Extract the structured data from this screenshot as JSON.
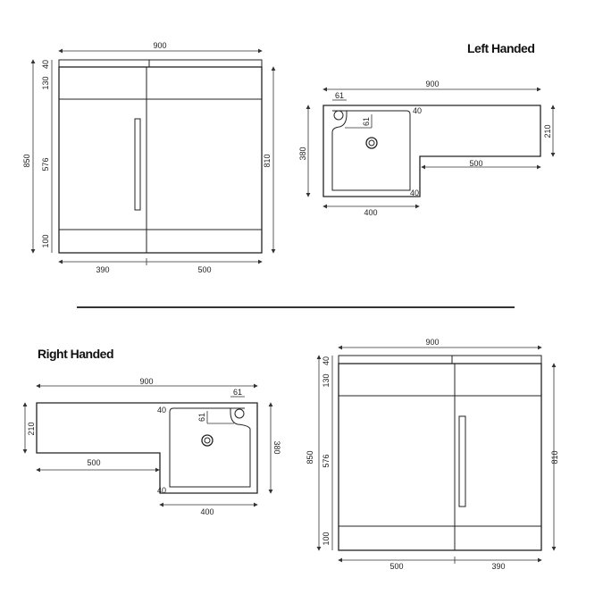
{
  "titles": {
    "left": "Left Handed",
    "right": "Right Handed"
  },
  "left_cabinet": {
    "width": "900",
    "height_total": "850",
    "top": "40",
    "drawer": "130",
    "door": "576",
    "plinth": "100",
    "height_body": "810",
    "left_width": "390",
    "right_width": "500"
  },
  "left_top": {
    "width": "900",
    "tap_offset": "61",
    "rim": "40",
    "tap_depth": "61",
    "depth_total": "380",
    "depth_narrow": "210",
    "narrow_length": "500",
    "rim_bottom": "40",
    "basin_width": "400"
  },
  "right_top": {
    "width": "900",
    "tap_offset": "61",
    "rim": "40",
    "tap_depth": "61",
    "depth_total": "380",
    "depth_narrow": "210",
    "narrow_length": "500",
    "rim_bottom": "40",
    "basin_width": "400"
  },
  "right_cabinet": {
    "width": "900",
    "height_total": "850",
    "top": "40",
    "drawer": "130",
    "door": "576",
    "plinth": "100",
    "height_body": "810",
    "left_width": "500",
    "right_width": "390"
  }
}
